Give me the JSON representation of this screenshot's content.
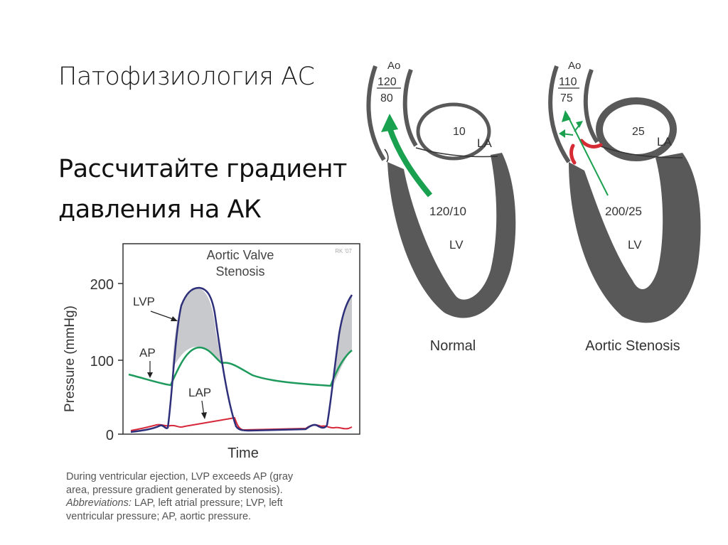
{
  "slide": {
    "title": "Патофизиология АС",
    "body_lines": [
      "Рассчитайте градиент",
      "давления на АК"
    ]
  },
  "chart_data": {
    "type": "line",
    "title": "Aortic Valve Stenosis",
    "title_lines": [
      "Aortic Valve",
      "Stenosis"
    ],
    "watermark": "RK '07",
    "xlabel": "Time",
    "ylabel": "Pressure (mmHg)",
    "ylim": [
      0,
      200
    ],
    "yticks": [
      0,
      100,
      200
    ],
    "grid": false,
    "legend_position": "inline annotations with arrows",
    "annotations": [
      "LVP",
      "AP",
      "LAP"
    ],
    "shaded_region": "gray area between LVP and AP during ventricular ejection (pressure gradient)",
    "series": [
      {
        "name": "LVP",
        "label": "left ventricular pressure",
        "color": "#2e2f7a",
        "x": [
          0,
          5,
          10,
          15,
          17,
          20,
          24,
          30,
          34,
          38,
          42,
          44,
          47,
          52,
          60,
          70,
          80,
          82,
          85,
          88,
          90,
          94,
          98,
          100
        ],
        "y": [
          2,
          5,
          10,
          6,
          10,
          100,
          170,
          193,
          190,
          160,
          60,
          10,
          3,
          3,
          3,
          4,
          10,
          12,
          8,
          9,
          60,
          140,
          175,
          183
        ]
      },
      {
        "name": "AP",
        "label": "aortic pressure",
        "color": "#1e9a5c",
        "x": [
          0,
          10,
          18,
          22,
          27,
          32,
          38,
          42,
          48,
          55,
          65,
          75,
          85,
          88,
          92,
          96,
          100
        ],
        "y": [
          80,
          72,
          67,
          85,
          110,
          114,
          105,
          96,
          93,
          85,
          74,
          70,
          66,
          65,
          85,
          100,
          110
        ]
      },
      {
        "name": "LAP",
        "label": "left atrial pressure",
        "color": "#d6283a",
        "x": [
          0,
          10,
          15,
          20,
          30,
          40,
          46,
          50,
          60,
          80,
          85,
          88,
          92,
          96,
          100
        ],
        "y": [
          4,
          8,
          12,
          12,
          15,
          20,
          22,
          4,
          4,
          6,
          12,
          10,
          12,
          9,
          10
        ]
      }
    ]
  },
  "caption": {
    "line1": "During ventricular ejection, LVP exceeds AP (gray",
    "line2": "area, pressure gradient generated by stenosis).",
    "abbr_label": "Abbreviations:",
    "line3_rest": " LAP, left atrial pressure; LVP, left",
    "line4": "ventricular pressure; AP, aortic pressure."
  },
  "hearts": {
    "normal": {
      "caption": "Normal",
      "ao_label": "Ao",
      "ao_systolic": "120",
      "ao_diastolic": "80",
      "la_label": "LA",
      "la_pressure": "10",
      "lv_label": "LV",
      "lv_pressure": "120/10"
    },
    "stenosis": {
      "caption": "Aortic Stenosis",
      "ao_label": "Ao",
      "ao_systolic": "110",
      "ao_diastolic": "75",
      "la_label": "LA",
      "la_pressure": "25",
      "lv_label": "LV",
      "lv_pressure": "200/25"
    }
  },
  "colors": {
    "lvp": "#2e2f7a",
    "ap": "#1e9a5c",
    "lap": "#d6283a",
    "gradient_fill": "#c8c9cc",
    "heart_wall": "#595959",
    "flow_arrow": "#1aa14f",
    "stenotic_valve": "#d62a35"
  }
}
